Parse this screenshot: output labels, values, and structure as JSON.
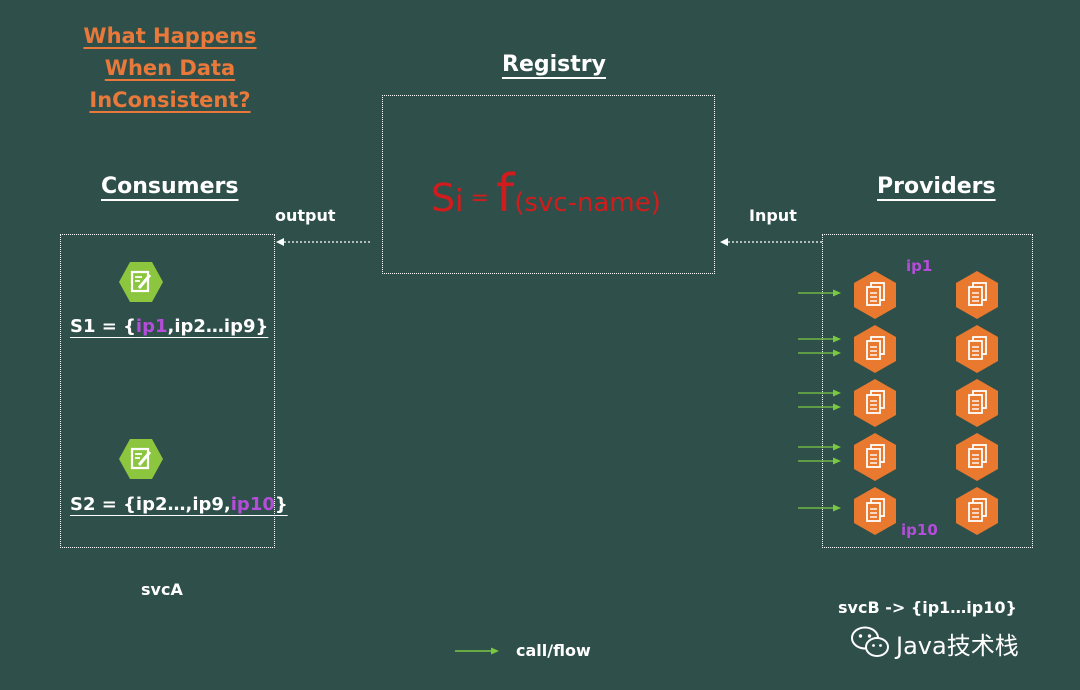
{
  "header": {
    "title_line1": "What Happens",
    "title_line2": "When Data InConsistent?"
  },
  "registry": {
    "title": "Registry",
    "formula_s": "S",
    "formula_sub": "i",
    "formula_eq": " = ",
    "formula_f": "f",
    "formula_arg": "(svc-name)"
  },
  "consumers": {
    "title": "Consumers",
    "output_label": "output",
    "s1_prefix": "S1 = {",
    "s1_highlight": "ip1",
    "s1_suffix": ",ip2…ip9}",
    "s2_prefix": "S2 = {ip2…,ip9,",
    "s2_highlight": "ip10",
    "s2_suffix": "}",
    "service_name": "svcA"
  },
  "providers": {
    "title": "Providers",
    "input_label": "Input",
    "ip_first": "ip1",
    "ip_last": "ip10",
    "service_mapping": "svcB -> {ip1…ip10}"
  },
  "legend": {
    "call_flow_label": "call/flow"
  },
  "watermark": {
    "text": "Java技术栈",
    "icon": "wechat-icon"
  },
  "colors": {
    "background": "#2f4f4a",
    "title_orange": "#e8793a",
    "formula_red": "#d01c1c",
    "highlight_purple": "#b44dd9",
    "consumer_green": "#8cc63f",
    "provider_orange": "#e8792e",
    "arrow_green": "#7ac943"
  }
}
